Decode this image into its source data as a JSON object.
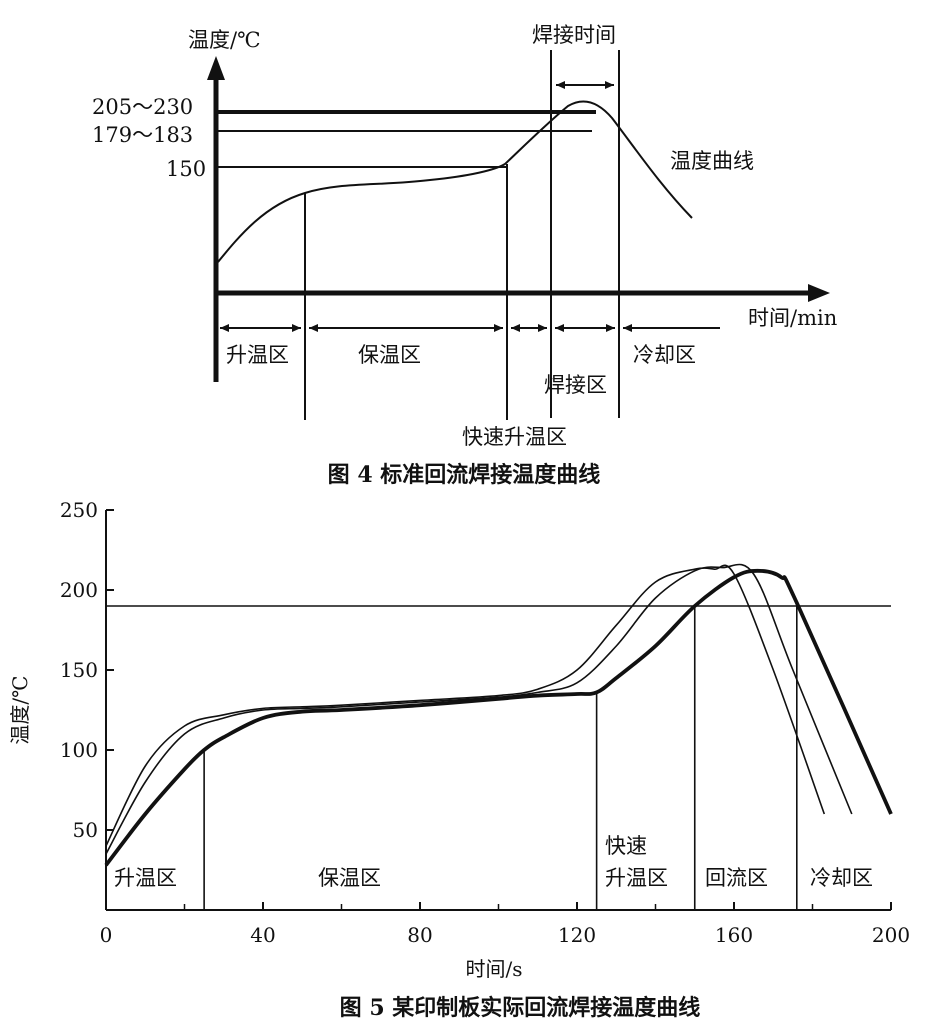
{
  "figure4": {
    "caption": "图 4  标准回流焊接温度曲线",
    "y_axis_label": "温度/℃",
    "x_axis_label": "时间/min",
    "y_levels": [
      "205～230",
      "179～183",
      "150"
    ],
    "top_label": "焊接时间",
    "curve_label": "温度曲线",
    "zones": {
      "rise": "升温区",
      "soak": "保温区",
      "fast_rise": "快速升温区",
      "reflow": "焊接区",
      "cool": "冷却区"
    }
  },
  "figure5": {
    "caption": "图 5  某印制板实际回流焊接温度曲线",
    "zones": {
      "rise": "升温区",
      "soak": "保温区",
      "fast_rise_line1": "快速",
      "fast_rise_line2": "升温区",
      "reflow": "回流区",
      "cool": "冷却区"
    }
  },
  "chart_data": [
    {
      "type": "line",
      "title": "图 4  标准回流焊接温度曲线",
      "xlabel": "时间/min",
      "ylabel": "温度/℃",
      "y_tick_labels": [
        "205～230",
        "179～183",
        "150"
      ],
      "annotations": [
        "焊接时间",
        "温度曲线",
        "升温区",
        "保温区",
        "快速升温区",
        "焊接区",
        "冷却区"
      ],
      "grid": false
    },
    {
      "type": "line",
      "title": "图 5  某印制板实际回流焊接温度曲线",
      "xlabel": "时间/s",
      "ylabel": "温度/℃",
      "xlim": [
        0,
        200
      ],
      "ylim": [
        0,
        250
      ],
      "x_ticks": [
        0,
        40,
        80,
        120,
        160,
        200
      ],
      "y_ticks": [
        50,
        100,
        150,
        200,
        250
      ],
      "reference_line_y": 190,
      "zone_boundaries_x": [
        25,
        125,
        150,
        176
      ],
      "annotations": [
        "升温区",
        "保温区",
        "快速 升温区",
        "回流区",
        "冷却区"
      ],
      "grid": false,
      "series": [
        {
          "x": [
            0,
            10,
            20,
            30,
            40,
            50,
            60,
            80,
            100,
            110,
            120,
            130,
            140,
            150,
            155,
            160,
            170,
            183
          ],
          "y": [
            40,
            90,
            115,
            122,
            126,
            127,
            128,
            131,
            134,
            138,
            150,
            178,
            205,
            213,
            213,
            210,
            150,
            60
          ]
        },
        {
          "x": [
            0,
            10,
            20,
            30,
            40,
            50,
            60,
            80,
            100,
            110,
            120,
            130,
            140,
            150,
            157,
            165,
            175,
            190
          ],
          "y": [
            35,
            80,
            110,
            120,
            125,
            126,
            127,
            130,
            133,
            136,
            142,
            165,
            195,
            212,
            214,
            210,
            150,
            60
          ]
        },
        {
          "x": [
            0,
            10,
            20,
            25,
            30,
            40,
            50,
            60,
            80,
            100,
            110,
            120,
            125,
            130,
            140,
            150,
            160,
            166,
            172,
            176,
            200
          ],
          "y": [
            28,
            60,
            88,
            100,
            108,
            120,
            124,
            125,
            128,
            132,
            134,
            135,
            136,
            145,
            165,
            190,
            208,
            212,
            208,
            192,
            60
          ]
        }
      ]
    }
  ]
}
